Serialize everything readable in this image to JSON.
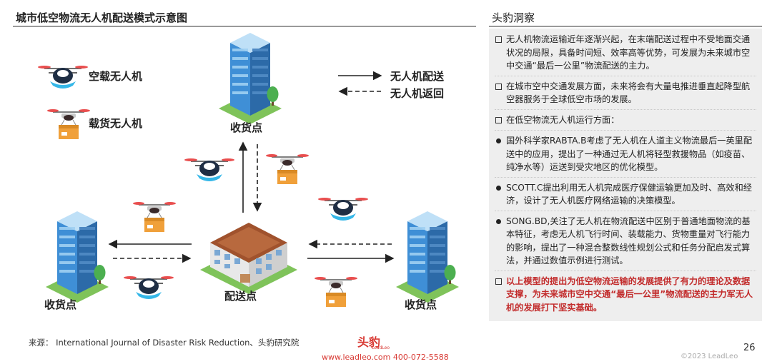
{
  "left": {
    "title": "城市低空物流无人机配送模式示意图",
    "legend": {
      "empty_drone": "空载无人机",
      "cargo_drone": "载货无人机",
      "delivery_arrow": "无人机配送",
      "return_arrow": "无人机返回"
    },
    "nodes": {
      "receive_top": "收货点",
      "receive_left": "收货点",
      "receive_right": "收货点",
      "hub": "配送点"
    }
  },
  "right": {
    "title": "头豹洞察",
    "items": [
      {
        "type": "box",
        "text": "无人机物流运输近年逐渐兴起，在末端配送过程中不受地面交通状况的局限，具备时间短、效率高等优势，可发展为未来城市空中交通“最后一公里”物流配送的主力。"
      },
      {
        "type": "box",
        "text": "在城市空中交通发展方面，未来将会有大量电推进垂直起降型航空器服务于全球低空市场的发展。"
      },
      {
        "type": "box",
        "text": "在低空物流无人机运行方面："
      },
      {
        "type": "dot",
        "text": "国外科学家RABTA.B考虑了无人机在人道主义物流最后一英里配送中的应用，提出了一种通过无人机将轻型救援物品（如疫苗、纯净水等）运送到受灾地区的优化模型。"
      },
      {
        "type": "dot",
        "text": "SCOTT.C提出利用无人机完成医疗保健运输更加及时、高效和经济，设计了无人机医疗网络运输的决策模型。"
      },
      {
        "type": "dot",
        "text": "SONG.BD,关注了无人机在物流配送中区别于普通地面物流的基本特征，考虑无人机飞行时间、装载能力、货物重量对飞行能力的影响，提出了一种混合整数线性规划公式和任务分配启发式算法，并通过数值示例进行测试。"
      },
      {
        "type": "box",
        "highlight": true,
        "text": "以上模型的提出为低空物流运输的发展提供了有力的理论及数据支撑，为未来城市空中交通“最后一公里”物流配送的主力军无人机的发展打下坚实基础。"
      }
    ]
  },
  "footer": {
    "source": "来源：  International Journal of Disaster Risk Reduction、头豹研究院",
    "logo_text": "头豹",
    "logo_sub": "LeadLeo",
    "contact": "www.leadleo.com   400-072-5588",
    "page": "26",
    "copyright": "©2023 LeadLeo"
  },
  "colors": {
    "building_blue": "#3f8fd6",
    "building_dark": "#2c6aa8",
    "grass": "#7fc35a",
    "drone_body": "#1f2e44",
    "drone_cyan": "#35b7e8",
    "box_orange": "#f0a03a",
    "hub_brown": "#a0522d",
    "highlight_red": "#c22b2b"
  }
}
